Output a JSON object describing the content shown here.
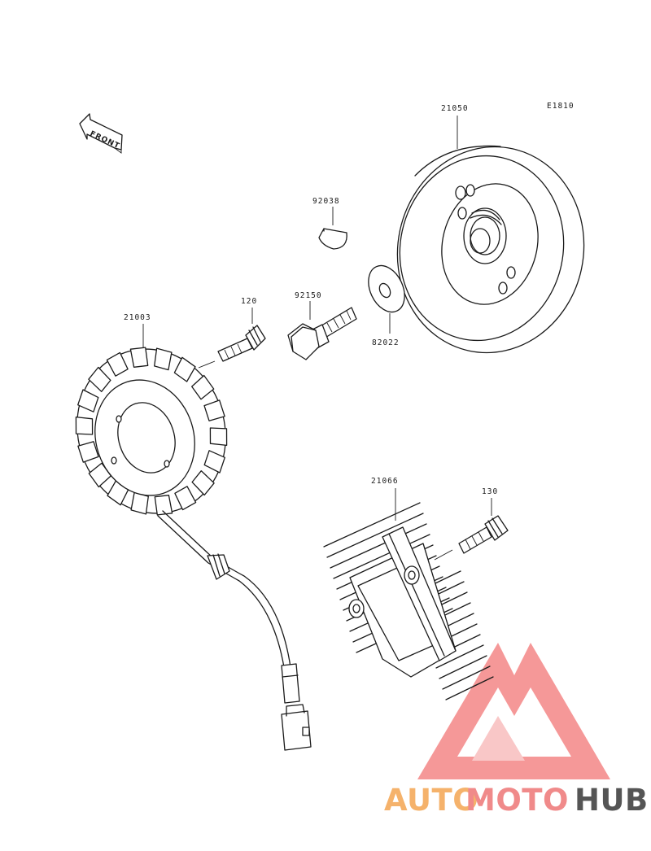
{
  "diagram_code": "E1810",
  "direction_arrow": {
    "label": "FRONT",
    "icon": "front-direction-arrow-icon"
  },
  "parts": [
    {
      "number": "21050",
      "name": "flywheel-rotor"
    },
    {
      "number": "92038",
      "name": "woodruff-key"
    },
    {
      "number": "92150",
      "name": "flange-bolt"
    },
    {
      "number": "82022",
      "name": "washer"
    },
    {
      "number": "120",
      "name": "stator-bolt"
    },
    {
      "number": "21003",
      "name": "stator-coil"
    },
    {
      "number": "21066",
      "name": "regulator-rectifier"
    },
    {
      "number": "130",
      "name": "regulator-bolt"
    }
  ],
  "watermark": {
    "text_auto": "AUTO",
    "text_moto": "MOTO",
    "text_hub": "HUB",
    "color_auto": "#f5b26b",
    "color_moto": "#f08a8a",
    "color_hub": "#555555",
    "logo_color": "#f26d6d"
  }
}
